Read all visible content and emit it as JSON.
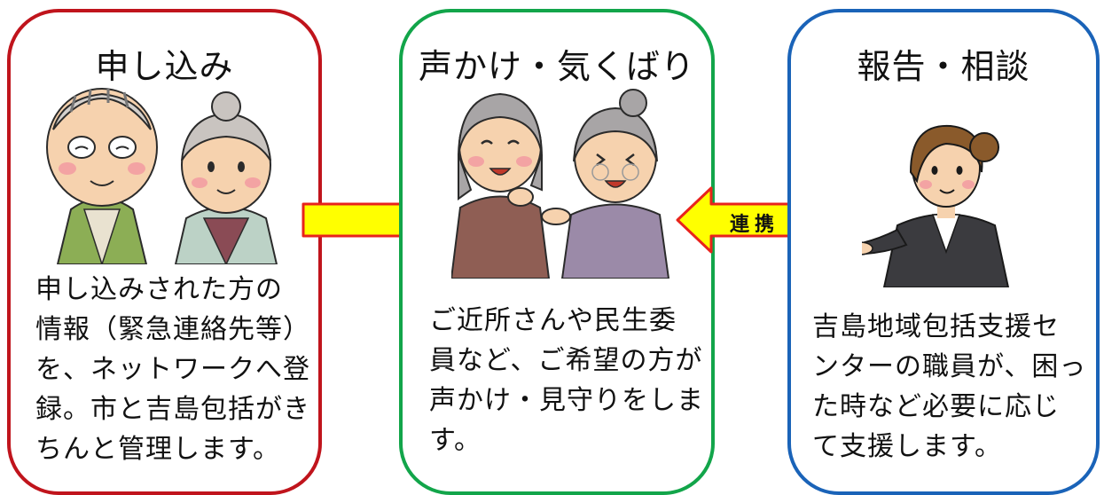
{
  "colors": {
    "apply_border": "#c0141c",
    "watch_border": "#12a54a",
    "report_border": "#1a63b8",
    "arrow_fill": "#ffff00",
    "arrow_stroke": "#e8231c"
  },
  "panels": {
    "apply": {
      "title": "申し込み",
      "lines": [
        "申し込みされた方の",
        "情報（緊急連絡先等）",
        "を、ネットワークへ登",
        "録。市と吉島包括がき",
        "ちんと管理します。"
      ],
      "illustration": "elderly-couple-illustration"
    },
    "watch": {
      "title": "声かけ・気くばり",
      "lines": [
        "ご近所さんや民生委",
        "員など、ご希望の方が",
        "声かけ・見守りをしま",
        "す。"
      ],
      "illustration": "neighbors-chatting-illustration"
    },
    "report": {
      "title": "報告・相談",
      "lines": [
        "吉島地域包括支援セ",
        "ンターの職員が、困っ",
        "た時など必要に応じ",
        "て支援します。"
      ],
      "illustration": "staff-member-illustration"
    }
  },
  "arrows": {
    "forward": {
      "icon": "right-arrow-icon"
    },
    "cooperation": {
      "label": "連携",
      "icon": "double-arrow-icon"
    }
  }
}
